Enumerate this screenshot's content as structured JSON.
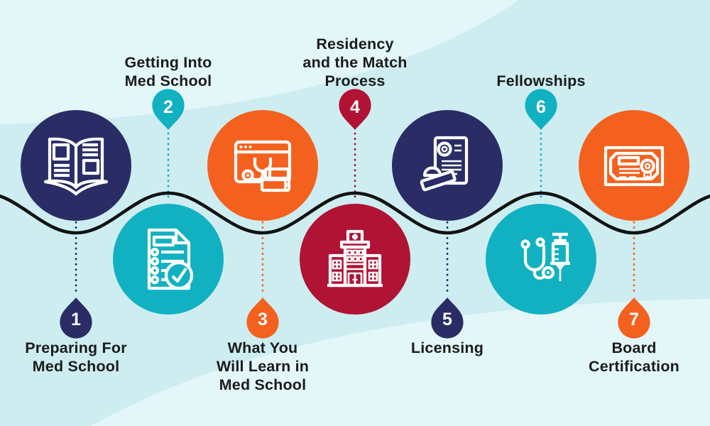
{
  "colors": {
    "background": "#cdedf1",
    "background_highlight": "#e3f6f8",
    "timeline_line": "#121212",
    "label_text": "#1b1b1b",
    "icon_stroke": "#ffffff",
    "navy": "#2a2c66",
    "teal": "#12b1c2",
    "orange": "#f4611e",
    "crimson": "#b01334"
  },
  "steps": [
    {
      "number": "1",
      "label": "Preparing For\nMed School",
      "color": "#2a2c66",
      "icon": "open-book-icon"
    },
    {
      "number": "2",
      "label": "Getting Into\nMed School",
      "color": "#12b1c2",
      "icon": "checklist-icon"
    },
    {
      "number": "3",
      "label": "What You\nWill Learn in\nMed School",
      "color": "#f4611e",
      "icon": "online-learning-icon"
    },
    {
      "number": "4",
      "label": "Residency\nand the Match\nProcess",
      "color": "#b01334",
      "icon": "hospital-icon"
    },
    {
      "number": "5",
      "label": "Licensing",
      "color": "#2a2c66",
      "icon": "license-stamp-icon"
    },
    {
      "number": "6",
      "label": "Fellowships",
      "color": "#12b1c2",
      "icon": "stethoscope-syringe-icon"
    },
    {
      "number": "7",
      "label": "Board\nCertification",
      "color": "#f4611e",
      "icon": "certificate-icon"
    }
  ]
}
